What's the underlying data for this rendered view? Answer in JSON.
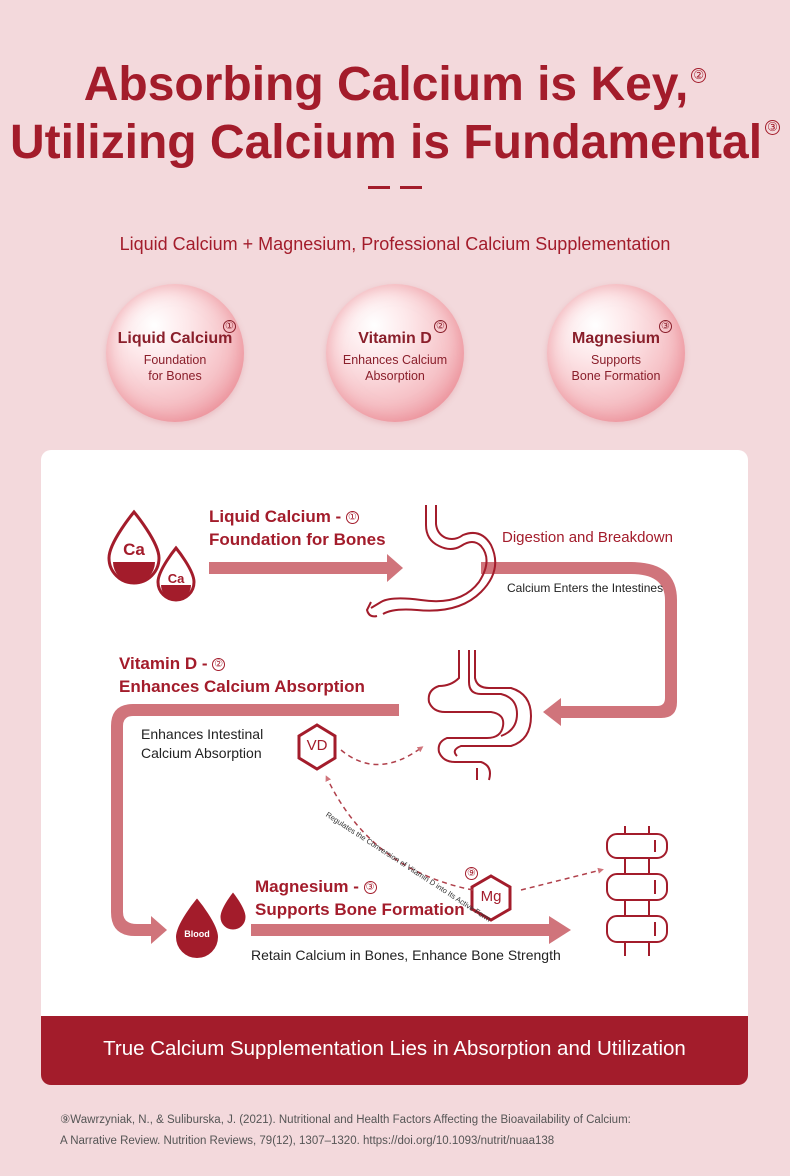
{
  "header": {
    "title_line1": "Absorbing Calcium is Key,",
    "title_line1_mark": "②",
    "title_line2": "Utilizing Calcium is Fundamental",
    "title_line2_mark": "③",
    "subtitle": "Liquid Calcium + Magnesium, Professional Calcium Supplementation"
  },
  "bubbles": [
    {
      "name": "Liquid Calcium",
      "mark": "①",
      "desc1": "Foundation",
      "desc2": "for Bones"
    },
    {
      "name": "Vitamin D",
      "mark": "②",
      "desc1": "Enhances Calcium",
      "desc2": "Absorption"
    },
    {
      "name": "Magnesium",
      "mark": "③",
      "desc1": "Supports",
      "desc2": "Bone Formation"
    }
  ],
  "diagram": {
    "ca_big": "Ca",
    "ca_small": "Ca",
    "liquid_calcium_label": "Liquid Calcium -",
    "liquid_calcium_mark": "①",
    "liquid_calcium_sub": "Foundation for Bones",
    "digestion": "Digestion and Breakdown",
    "enters_intestines": "Calcium Enters the Intestines",
    "vitamin_d_label": "Vitamin D -",
    "vitamin_d_mark": "②",
    "vitamin_d_sub": "Enhances Calcium Absorption",
    "enhances_intestinal_1": "Enhances Intestinal",
    "enhances_intestinal_2": "Calcium Absorption",
    "vd": "VD",
    "regulates": "Regulates the Conversion of Vitamin D into Its Active Form",
    "regulates_mark": "⑨",
    "mg": "Mg",
    "magnesium_label": "Magnesium -",
    "magnesium_mark": "③",
    "magnesium_sub": "Supports Bone Formation",
    "blood": "Blood",
    "retain": "Retain Calcium in Bones, Enhance Bone Strength"
  },
  "banner": "True Calcium Supplementation Lies in Absorption and Utilization",
  "reference": {
    "line1": "⑨Wawrzyniak, N., & Suliburska, J. (2021). Nutritional and Health Factors Affecting the Bioavailability of Calcium:",
    "line2": "A Narrative Review. Nutrition Reviews, 79(12), 1307–1320. https://doi.org/10.1093/nutrit/nuaa138"
  },
  "colors": {
    "brand": "#a31c2b",
    "arrow": "#d0747b",
    "background": "#f3d9dc"
  }
}
